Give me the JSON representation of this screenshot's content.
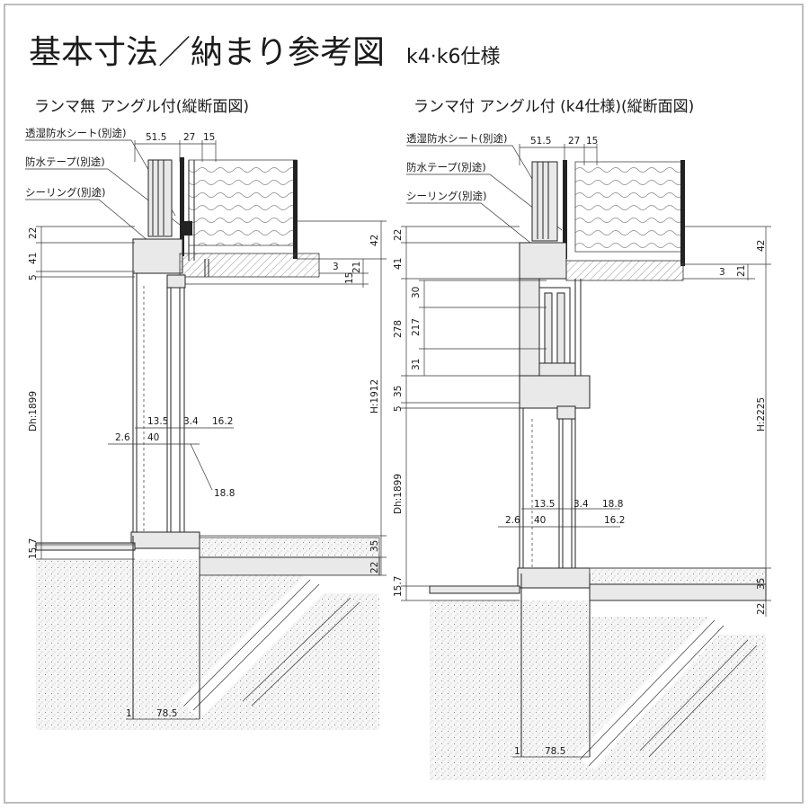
{
  "title": {
    "main": "基本寸法／納まり参考図",
    "spec": "k4·k6仕様"
  },
  "left": {
    "subtitle": "ランマ無 アングル付(縦断面図)",
    "callouts": [
      "透湿防水シート(別途)",
      "防水テープ(別途)",
      "シーリング(別途)"
    ],
    "dims": {
      "top": [
        "51.5",
        "27",
        "15"
      ],
      "left_side": [
        "22",
        "41",
        "5",
        "Dh:1899",
        "15.7"
      ],
      "right_side": [
        "42",
        "3",
        "21",
        "15",
        "H:1912",
        "35",
        "22"
      ],
      "mid": [
        "13.5",
        "3.4",
        "16.2",
        "2.6",
        "40",
        "18.8"
      ],
      "bottom": [
        "1",
        "78.5"
      ]
    }
  },
  "right": {
    "subtitle": "ランマ付 アングル付 (k4仕様)(縦断面図)",
    "callouts": [
      "透湿防水シート(別途)",
      "防水テープ(別途)",
      "シーリング(別途)"
    ],
    "dims": {
      "top": [
        "51.5",
        "27",
        "15"
      ],
      "left_side": [
        "22",
        "41",
        "278",
        "35",
        "5",
        "Dh:1899",
        "15.7"
      ],
      "transom": [
        "30",
        "217",
        "31"
      ],
      "right_side": [
        "42",
        "3",
        "21",
        "H:2225",
        "35",
        "22"
      ],
      "mid": [
        "13.5",
        "3.4",
        "18.8",
        "2.6",
        "40",
        "16.2"
      ],
      "bottom": [
        "1",
        "78.5"
      ]
    }
  }
}
